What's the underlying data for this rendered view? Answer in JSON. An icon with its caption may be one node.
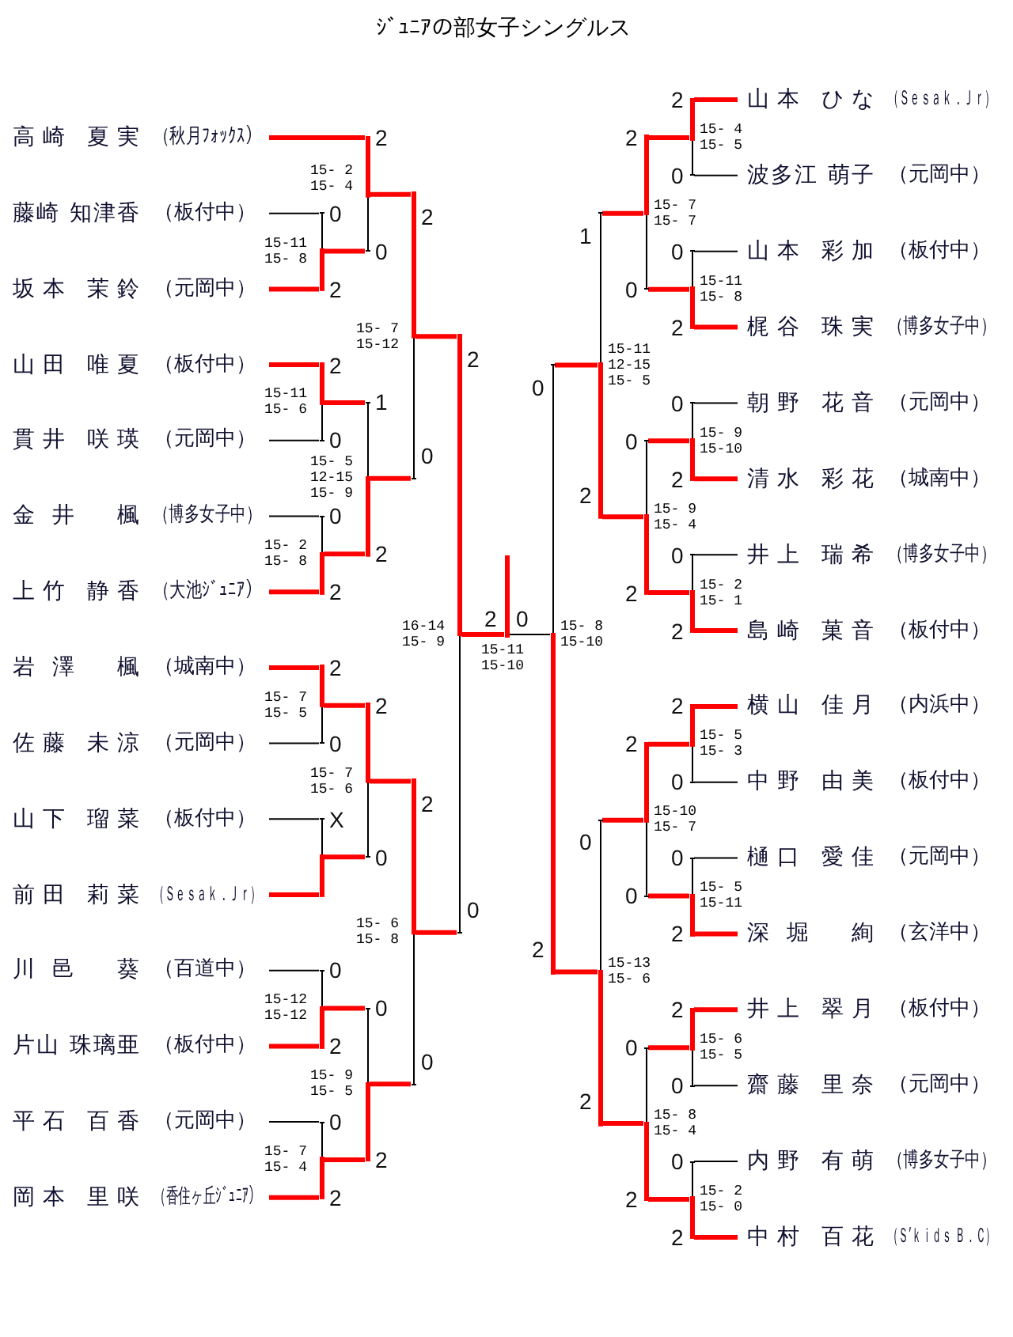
{
  "diagram": {
    "title": "ｼﾞｭﾆｱの部女子シングルス",
    "nodes": [
      {
        "text": [
          "高崎 夏実",
          "（秋月ﾌｫｯｸｽ）"
        ]
      },
      {
        "text": [
          "藤崎 知津香",
          "（板付中）"
        ]
      },
      {
        "text": [
          "坂本 茉鈴",
          "（元岡中）"
        ]
      },
      {
        "text": [
          "山田 唯夏",
          "（板付中）"
        ]
      },
      {
        "text": [
          "貫井 咲瑛",
          "（元岡中）"
        ]
      },
      {
        "text": [
          "金井 楓",
          "（博多女子中）"
        ]
      },
      {
        "text": [
          "上竹 静香",
          "（大池ｼﾞｭﾆｱ）"
        ]
      },
      {
        "text": [
          "岩澤 楓",
          "（城南中）"
        ]
      },
      {
        "text": [
          "佐藤 未涼",
          "（元岡中）"
        ]
      },
      {
        "text": [
          "山下 瑠菜",
          "（板付中）"
        ]
      },
      {
        "text": [
          "前田 莉菜",
          "（Ｓｅｓａｋ．Ｊｒ）"
        ]
      },
      {
        "text": [
          "川邑 葵",
          "（百道中）"
        ]
      },
      {
        "text": [
          "片山 珠璃亜",
          "（板付中）"
        ]
      },
      {
        "text": [
          "平石 百香",
          "（元岡中）"
        ]
      },
      {
        "text": [
          "岡本 里咲",
          "（香住ヶ丘ｼﾞｭﾆｱ）"
        ]
      },
      {
        "text": [
          "山本 ひな",
          "（Ｓｅｓａｋ．Ｊｒ）"
        ]
      },
      {
        "text": [
          "波多江 萌子",
          "（元岡中）"
        ]
      },
      {
        "text": [
          "山本 彩加",
          "（板付中）"
        ]
      },
      {
        "text": [
          "梶谷 珠実",
          "（博多女子中）"
        ]
      },
      {
        "text": [
          "朝野 花音",
          "（元岡中）"
        ]
      },
      {
        "text": [
          "清水 彩花",
          "（城南中）"
        ]
      },
      {
        "text": [
          "井上 瑞希",
          "（博多女子中）"
        ]
      },
      {
        "text": [
          "島崎 菓音",
          "（板付中）"
        ]
      },
      {
        "text": [
          "横山 佳月",
          "（内浜中）"
        ]
      },
      {
        "text": [
          "中野 由美",
          "（板付中）"
        ]
      },
      {
        "text": [
          "樋口 愛佳",
          "（元岡中）"
        ]
      },
      {
        "text": [
          "深堀 絢",
          "（玄洋中）"
        ]
      },
      {
        "text": [
          "井上 翠月",
          "（板付中）"
        ]
      },
      {
        "text": [
          "齋藤 里奈",
          "（元岡中）"
        ]
      },
      {
        "text": [
          "内野 有萌",
          "（博多女子中）"
        ]
      },
      {
        "text": [
          "中村 百花",
          "（Ｓ’ｋｉｄｓ Ｂ．Ｃ）"
        ]
      },
      {
        "text": [],
        "shape": "bar",
        "beside": [
          "15-11 15- 8"
        ]
      },
      {
        "text": [],
        "shape": "bar",
        "beside": [
          "15-11 15- 6"
        ]
      },
      {
        "text": [],
        "shape": "bar",
        "beside": [
          "15- 2 15- 8"
        ]
      },
      {
        "text": [],
        "shape": "bar",
        "beside": [
          "15- 7 15- 5"
        ]
      },
      {
        "text": [],
        "shape": "bar"
      },
      {
        "text": [],
        "shape": "bar",
        "beside": [
          "15-12 15-12"
        ]
      },
      {
        "text": [],
        "shape": "bar",
        "beside": [
          "15- 7 15- 4"
        ]
      },
      {
        "text": [],
        "shape": "bar",
        "beside": [
          "15- 2 15- 4"
        ]
      },
      {
        "text": [],
        "shape": "bar",
        "beside": [
          "15- 5 12-15 15- 9"
        ]
      },
      {
        "text": [],
        "shape": "bar",
        "beside": [
          "15- 7 15- 6"
        ]
      },
      {
        "text": [],
        "shape": "bar",
        "beside": [
          "15- 9 15- 5"
        ]
      },
      {
        "text": [],
        "shape": "bar",
        "beside": [
          "15- 7 15-12"
        ]
      },
      {
        "text": [],
        "shape": "bar",
        "beside": [
          "15- 6 15- 8"
        ]
      },
      {
        "text": [],
        "shape": "bar",
        "beside": [
          "16-14 15- 9"
        ]
      },
      {
        "text": [],
        "shape": "bar",
        "beside": [
          "15-11 15-10"
        ]
      },
      {
        "text": [],
        "shape": "bar",
        "beside": [
          "15- 8 15-10"
        ]
      },
      {
        "text": [],
        "shape": "bar",
        "beside": [
          "15-11 12-15 15- 5"
        ]
      },
      {
        "text": [],
        "shape": "bar",
        "beside": [
          "15-13 15- 6"
        ]
      },
      {
        "text": [],
        "shape": "bar",
        "beside": [
          "15- 7 15- 7"
        ]
      },
      {
        "text": [],
        "shape": "bar",
        "beside": [
          "15- 9 15- 4"
        ]
      },
      {
        "text": [],
        "shape": "bar",
        "beside": [
          "15-10 15- 7"
        ]
      },
      {
        "text": [],
        "shape": "bar",
        "beside": [
          "15- 8 15- 4"
        ]
      },
      {
        "text": [],
        "shape": "bar",
        "beside": [
          "15- 4 15- 5"
        ]
      },
      {
        "text": [],
        "shape": "bar",
        "beside": [
          "15-11 15- 8"
        ]
      },
      {
        "text": [],
        "shape": "bar",
        "beside": [
          "15- 9 15-10"
        ]
      },
      {
        "text": [],
        "shape": "bar",
        "beside": [
          "15- 2 15- 1"
        ]
      },
      {
        "text": [],
        "shape": "bar",
        "beside": [
          "15- 5 15- 3"
        ]
      },
      {
        "text": [],
        "shape": "bar",
        "beside": [
          "15- 5 15-11"
        ]
      },
      {
        "text": [],
        "shape": "bar",
        "beside": [
          "15- 6 15- 5"
        ]
      },
      {
        "text": [],
        "shape": "bar",
        "beside": [
          "15- 2 15- 0"
        ]
      }
    ],
    "edges": [
      {
        "from": 0,
        "to": 38,
        "arrow": "none",
        "label": "2"
      },
      {
        "from": 1,
        "to": 31,
        "arrow": "none",
        "label": "0",
        "color": "#000000"
      },
      {
        "from": 2,
        "to": 31,
        "arrow": "none",
        "label": "2"
      },
      {
        "from": 3,
        "to": 32,
        "arrow": "none",
        "label": "2"
      },
      {
        "from": 4,
        "to": 32,
        "arrow": "none",
        "label": "0",
        "color": "#000000"
      },
      {
        "from": 5,
        "to": 33,
        "arrow": "none",
        "label": "0",
        "color": "#000000"
      },
      {
        "from": 6,
        "to": 33,
        "arrow": "none",
        "label": "2"
      },
      {
        "from": 7,
        "to": 34,
        "arrow": "none",
        "label": "2"
      },
      {
        "from": 8,
        "to": 34,
        "arrow": "none",
        "label": "0",
        "color": "#000000"
      },
      {
        "from": 9,
        "to": 35,
        "arrow": "none",
        "label": "X",
        "color": "#000000"
      },
      {
        "from": 10,
        "to": 35,
        "arrow": "none"
      },
      {
        "from": 11,
        "to": 36,
        "arrow": "none",
        "label": "0",
        "color": "#000000"
      },
      {
        "from": 12,
        "to": 36,
        "arrow": "none",
        "label": "2"
      },
      {
        "from": 13,
        "to": 37,
        "arrow": "none",
        "label": "0",
        "color": "#000000"
      },
      {
        "from": 14,
        "to": 37,
        "arrow": "none",
        "label": "2"
      },
      {
        "from": 15,
        "to": 53,
        "arrow": "none",
        "label": "2"
      },
      {
        "from": 16,
        "to": 53,
        "arrow": "none",
        "label": "0",
        "color": "#000000"
      },
      {
        "from": 17,
        "to": 54,
        "arrow": "none",
        "label": "0",
        "color": "#000000"
      },
      {
        "from": 18,
        "to": 54,
        "arrow": "none",
        "label": "2"
      },
      {
        "from": 19,
        "to": 55,
        "arrow": "none",
        "label": "0",
        "color": "#000000"
      },
      {
        "from": 20,
        "to": 55,
        "arrow": "none",
        "label": "2"
      },
      {
        "from": 21,
        "to": 56,
        "arrow": "none",
        "label": "0",
        "color": "#000000"
      },
      {
        "from": 22,
        "to": 56,
        "arrow": "none",
        "label": "2"
      },
      {
        "from": 23,
        "to": 57,
        "arrow": "none",
        "label": "2"
      },
      {
        "from": 24,
        "to": 57,
        "arrow": "none",
        "label": "0",
        "color": "#000000"
      },
      {
        "from": 25,
        "to": 58,
        "arrow": "none",
        "label": "0",
        "color": "#000000"
      },
      {
        "from": 26,
        "to": 58,
        "arrow": "none",
        "label": "2"
      },
      {
        "from": 27,
        "to": 59,
        "arrow": "none",
        "label": "2"
      },
      {
        "from": 28,
        "to": 59,
        "arrow": "none",
        "label": "0",
        "color": "#000000"
      },
      {
        "from": 29,
        "to": 60,
        "arrow": "none",
        "label": "0",
        "color": "#000000"
      },
      {
        "from": 30,
        "to": 60,
        "arrow": "none",
        "label": "2"
      },
      {
        "from": 31,
        "to": 38,
        "arrow": "none",
        "label": "0"
      },
      {
        "from": 32,
        "to": 39,
        "arrow": "none",
        "label": "1"
      },
      {
        "from": 33,
        "to": 39,
        "arrow": "none",
        "label": "2"
      },
      {
        "from": 34,
        "to": 40,
        "arrow": "none",
        "label": "2"
      },
      {
        "from": 35,
        "to": 40,
        "arrow": "none",
        "label": "0"
      },
      {
        "from": 36,
        "to": 41,
        "arrow": "none",
        "label": "0"
      },
      {
        "from": 37,
        "to": 41,
        "arrow": "none",
        "label": "2"
      },
      {
        "from": 38,
        "to": 42,
        "arrow": "none",
        "label": "2"
      },
      {
        "from": 39,
        "to": 42,
        "arrow": "none",
        "label": "0"
      },
      {
        "from": 40,
        "to": 43,
        "arrow": "none",
        "label": "2"
      },
      {
        "from": 41,
        "to": 43,
        "arrow": "none",
        "label": "0"
      },
      {
        "from": 42,
        "to": 44,
        "arrow": "none",
        "label": "2"
      },
      {
        "from": 43,
        "to": 44,
        "arrow": "none",
        "label": "0"
      },
      {
        "from": 44,
        "to": 45,
        "arrow": "none",
        "label": "2"
      },
      {
        "from": 46,
        "to": 45,
        "arrow": "none",
        "label": "0",
        "color": "#000000"
      },
      {
        "from": 47,
        "to": 46,
        "arrow": "none",
        "label": "0"
      },
      {
        "from": 48,
        "to": 46,
        "arrow": "none",
        "label": "2"
      },
      {
        "from": 49,
        "to": 47,
        "arrow": "none",
        "label": "1"
      },
      {
        "from": 50,
        "to": 47,
        "arrow": "none",
        "label": "2"
      },
      {
        "from": 51,
        "to": 48,
        "arrow": "none",
        "label": "0"
      },
      {
        "from": 52,
        "to": 48,
        "arrow": "none",
        "label": "2"
      },
      {
        "from": 53,
        "to": 49,
        "arrow": "none",
        "label": "2"
      },
      {
        "from": 54,
        "to": 49,
        "arrow": "none",
        "label": "0"
      },
      {
        "from": 55,
        "to": 50,
        "arrow": "none",
        "label": "0"
      },
      {
        "from": 56,
        "to": 50,
        "arrow": "none",
        "label": "2"
      },
      {
        "from": 57,
        "to": 51,
        "arrow": "none",
        "label": "2"
      },
      {
        "from": 58,
        "to": 51,
        "arrow": "none",
        "label": "0"
      },
      {
        "from": 59,
        "to": 52,
        "arrow": "none",
        "label": "0"
      },
      {
        "from": 60,
        "to": 52,
        "arrow": "none",
        "label": "2"
      }
    ]
  }
}
